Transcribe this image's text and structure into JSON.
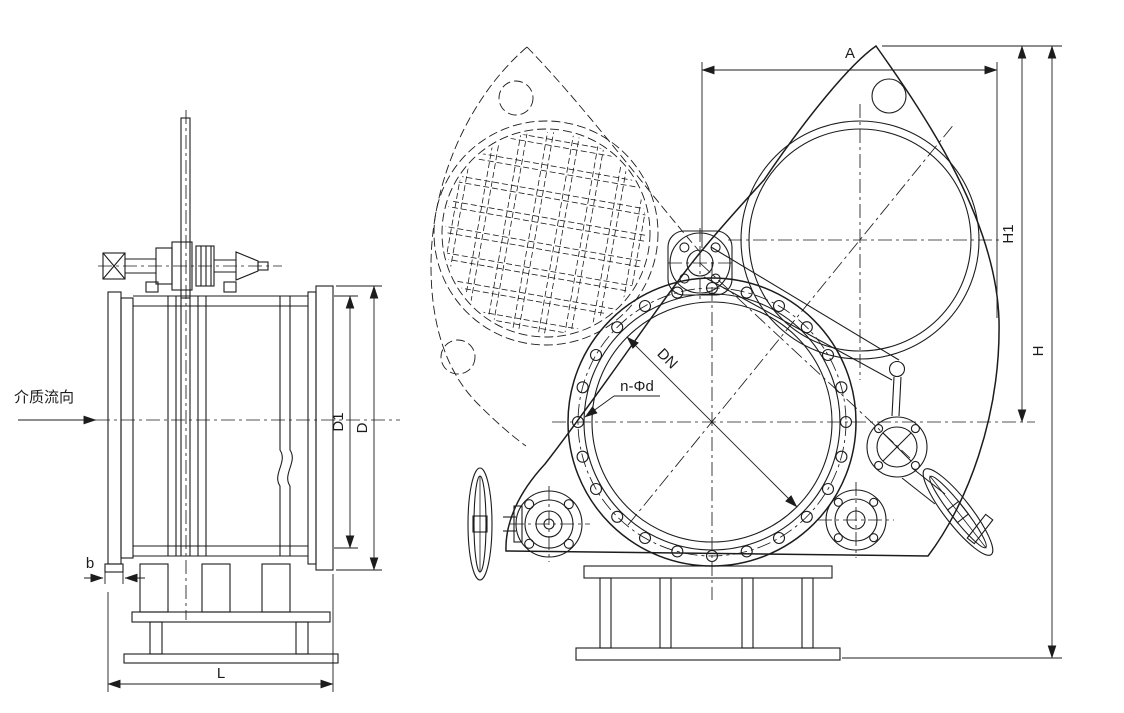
{
  "page": {
    "background": "#ffffff"
  },
  "drawing": {
    "line_color": "#1c1c1c",
    "labels": {
      "flow_direction": "介质流向",
      "dim_b": "b",
      "dim_L": "L",
      "dim_D1": "D1",
      "dim_D": "D",
      "dim_A": "A",
      "dim_H1": "H1",
      "dim_H": "H",
      "dim_DN": "DN",
      "bolt_spec": "n-Φd"
    }
  }
}
